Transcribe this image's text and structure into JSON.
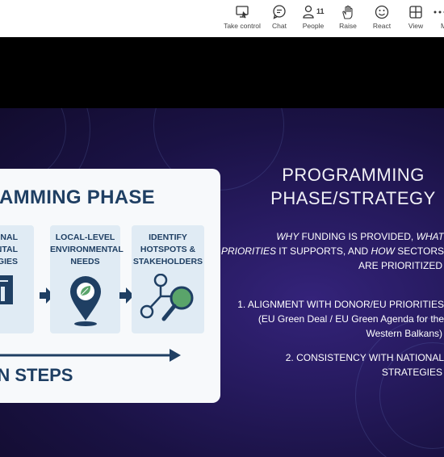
{
  "toolbar": {
    "take_control": "Take control",
    "chat": "Chat",
    "people": "People",
    "people_count": "11",
    "raise": "Raise",
    "react": "React",
    "view": "View",
    "more": "M"
  },
  "slide": {
    "card_title": "AMMING PHASE",
    "steps": [
      {
        "label": "TIONAL\nONMENTAL\nATEGIES"
      },
      {
        "label": "LOCAL-LEVEL\nENVIRONMENTAL\nNEEDS"
      },
      {
        "label": "IDENTIFY\nHOTSPOTS &\nSTAKEHOLDERS"
      }
    ],
    "main_steps": "MAIN STEPS",
    "heading_line1": "PROGRAMMING",
    "heading_line2": "PHASE/STRATEGY",
    "para": {
      "why": "WHY",
      "t1": " FUNDING IS PROVIDED, ",
      "what": "WHAT",
      "priorities": "PRIORITIES",
      "t2": " IT SUPPORTS, AND ",
      "how": "HOW",
      "t3": " SECTORS",
      "t4": "ARE PRIORITIZED"
    },
    "list": [
      {
        "line1": "1.   ALIGNMENT WITH DONOR/EU PRIORITIES",
        "line2": "(EU Green Deal / EU Green Agenda for the",
        "line3": "Western Balkans)"
      },
      {
        "line1": "2.   CONSISTENCY WITH NATIONAL",
        "line2": "STRATEGIES"
      }
    ]
  },
  "colors": {
    "card_text": "#1f3f63",
    "step_bg": "#e0ebf4",
    "slide_bg": "#261a5e",
    "leaf_green": "#5aa46a"
  }
}
